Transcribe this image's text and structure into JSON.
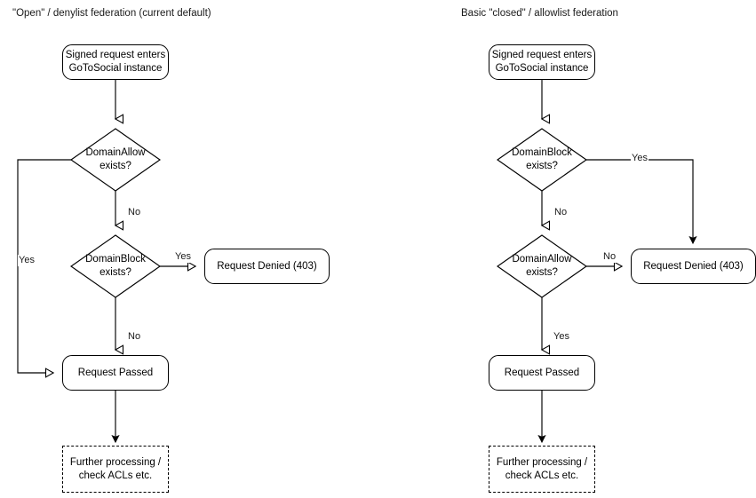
{
  "diagram": {
    "type": "flowchart",
    "background": "#ffffff",
    "stroke_color": "#000000",
    "text_color": "#000000",
    "columns": [
      {
        "id": "open-denylist",
        "title": "\"Open\" / denylist federation (current default)",
        "nodes": [
          {
            "id": "entry",
            "shape": "rounded-rect",
            "label": "Signed request enters\nGoToSocial instance"
          },
          {
            "id": "domain-allow",
            "shape": "diamond",
            "label": "DomainAllow\nexists?"
          },
          {
            "id": "domain-block",
            "shape": "diamond",
            "label": "DomainBlock\nexists?"
          },
          {
            "id": "denied",
            "shape": "rounded-rect",
            "label": "Request Denied (403)"
          },
          {
            "id": "passed",
            "shape": "rounded-rect",
            "label": "Request Passed"
          },
          {
            "id": "further",
            "shape": "dashed-rect",
            "label": "Further processing /\ncheck ACLs etc."
          }
        ],
        "edges": [
          {
            "from": "entry",
            "to": "domain-allow",
            "label": ""
          },
          {
            "from": "domain-allow",
            "to": "passed",
            "label": "Yes"
          },
          {
            "from": "domain-allow",
            "to": "domain-block",
            "label": "No"
          },
          {
            "from": "domain-block",
            "to": "denied",
            "label": "Yes"
          },
          {
            "from": "domain-block",
            "to": "passed",
            "label": "No"
          },
          {
            "from": "passed",
            "to": "further",
            "label": ""
          }
        ]
      },
      {
        "id": "closed-allowlist",
        "title": "Basic \"closed\" / allowlist federation",
        "nodes": [
          {
            "id": "entry",
            "shape": "rounded-rect",
            "label": "Signed request enters\nGoToSocial instance"
          },
          {
            "id": "domain-block",
            "shape": "diamond",
            "label": "DomainBlock\nexists?"
          },
          {
            "id": "domain-allow",
            "shape": "diamond",
            "label": "DomainAllow\nexists?"
          },
          {
            "id": "denied",
            "shape": "rounded-rect",
            "label": "Request Denied (403)"
          },
          {
            "id": "passed",
            "shape": "rounded-rect",
            "label": "Request Passed"
          },
          {
            "id": "further",
            "shape": "dashed-rect",
            "label": "Further processing /\ncheck ACLs etc."
          }
        ],
        "edges": [
          {
            "from": "entry",
            "to": "domain-block",
            "label": ""
          },
          {
            "from": "domain-block",
            "to": "denied",
            "label": "Yes"
          },
          {
            "from": "domain-block",
            "to": "domain-allow",
            "label": "No"
          },
          {
            "from": "domain-allow",
            "to": "denied",
            "label": "No"
          },
          {
            "from": "domain-allow",
            "to": "passed",
            "label": "Yes"
          },
          {
            "from": "passed",
            "to": "further",
            "label": ""
          }
        ]
      }
    ]
  },
  "labels": {
    "yes": "Yes",
    "no": "No"
  }
}
